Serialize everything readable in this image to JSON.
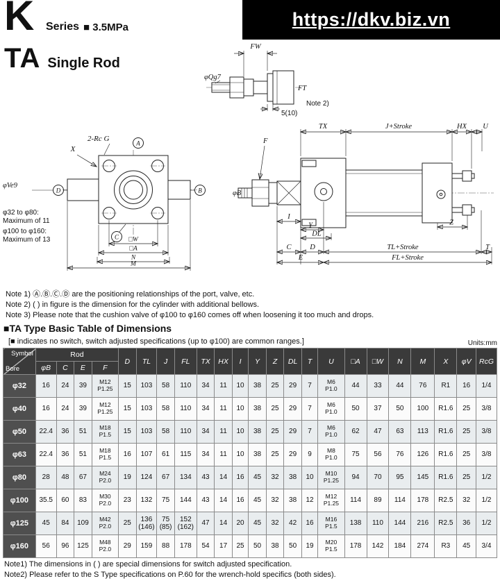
{
  "brand": {
    "letter": "K",
    "series": "Series",
    "pressure": "■ 3.5MPa",
    "url": "https://dkv.biz.vn"
  },
  "page": {
    "title": "TA",
    "subtitle": "Single Rod"
  },
  "fitting": {
    "fw": "FW",
    "qg": "φQg7",
    "ft": "FT",
    "note": "Note 2)",
    "dim": "5(10)"
  },
  "front": {
    "port": "2-Rc G",
    "a": "A",
    "b": "B",
    "c": "C",
    "d": "D",
    "x": "X",
    "ve": "φVe9",
    "w": "□W",
    "sqa": "□A",
    "n": "N",
    "m": "M",
    "max1": "φ32 to φ80:",
    "max2": "Maximum of 11",
    "max3": "φ100 to φ160:",
    "max4": "Maximum of 13"
  },
  "side": {
    "f": "F",
    "tx": "TX",
    "j": "J+Stroke",
    "hx": "HX",
    "u": "U",
    "phib": "φB",
    "i": "I",
    "y": "Y",
    "dl": "DL",
    "z": "Z",
    "c": "C",
    "d": "D",
    "e": "E",
    "tl": "TL+Stroke",
    "fl": "FL+Stroke",
    "t": "T"
  },
  "notes": [
    "Note 1)  Ⓐ.Ⓑ.Ⓒ.Ⓓ  are the positioning relationships of the port, valve, etc.",
    "Note 2) (  ) in figure is the dimension for the cylinder with additional bellows.",
    "Note 3) Please note that the cushion valve of φ100 to φ160 comes off when loosening it too much and drops."
  ],
  "section": {
    "title": "■TA Type Basic Table of Dimensions",
    "subtitle": "[■ indicates no switch, switch adjusted specifications (up to φ100) are common ranges.]",
    "units": "Units:mm"
  },
  "table": {
    "corner_top": "Symbol",
    "corner_bottom": "Bore",
    "group_rod": "Rod",
    "columns": [
      "φB",
      "C",
      "E",
      "F",
      "D",
      "TL",
      "J",
      "FL",
      "TX",
      "HX",
      "I",
      "Y",
      "Z",
      "DL",
      "T",
      "U",
      "□A",
      "□W",
      "N",
      "M",
      "X",
      "φV",
      "RcG"
    ],
    "rows": [
      {
        "bore": "φ32",
        "cells": [
          "16",
          "24",
          "39",
          "M12\nP1.25",
          "15",
          "103",
          "58",
          "110",
          "34",
          "11",
          "10",
          "38",
          "25",
          "29",
          "7",
          "M6\nP1.0",
          "44",
          "33",
          "44",
          "76",
          "R1",
          "16",
          "1/4"
        ]
      },
      {
        "bore": "φ40",
        "cells": [
          "16",
          "24",
          "39",
          "M12\nP1.25",
          "15",
          "103",
          "58",
          "110",
          "34",
          "11",
          "10",
          "38",
          "25",
          "29",
          "7",
          "M6\nP1.0",
          "50",
          "37",
          "50",
          "100",
          "R1.6",
          "25",
          "3/8"
        ]
      },
      {
        "bore": "φ50",
        "cells": [
          "22.4",
          "36",
          "51",
          "M18\nP1.5",
          "15",
          "103",
          "58",
          "110",
          "34",
          "11",
          "10",
          "38",
          "25",
          "29",
          "7",
          "M6\nP1.0",
          "62",
          "47",
          "63",
          "113",
          "R1.6",
          "25",
          "3/8"
        ]
      },
      {
        "bore": "φ63",
        "cells": [
          "22.4",
          "36",
          "51",
          "M18\nP1.5",
          "16",
          "107",
          "61",
          "115",
          "34",
          "11",
          "10",
          "38",
          "25",
          "29",
          "9",
          "M8\nP1.0",
          "75",
          "56",
          "76",
          "126",
          "R1.6",
          "25",
          "3/8"
        ]
      },
      {
        "bore": "φ80",
        "cells": [
          "28",
          "48",
          "67",
          "M24\nP2.0",
          "19",
          "124",
          "67",
          "134",
          "43",
          "14",
          "16",
          "45",
          "32",
          "38",
          "10",
          "M10\nP1.25",
          "94",
          "70",
          "95",
          "145",
          "R1.6",
          "25",
          "1/2"
        ]
      },
      {
        "bore": "φ100",
        "cells": [
          "35.5",
          "60",
          "83",
          "M30\nP2.0",
          "23",
          "132",
          "75",
          "144",
          "43",
          "14",
          "16",
          "45",
          "32",
          "38",
          "12",
          "M12\nP1.25",
          "114",
          "89",
          "114",
          "178",
          "R2.5",
          "32",
          "1/2"
        ]
      },
      {
        "bore": "φ125",
        "cells": [
          "45",
          "84",
          "109",
          "M42\nP2.0",
          "25",
          "136\n(146)",
          "75\n(85)",
          "152\n(162)",
          "47",
          "14",
          "20",
          "45",
          "32",
          "42",
          "16",
          "M16\nP1.5",
          "138",
          "110",
          "144",
          "216",
          "R2.5",
          "36",
          "1/2"
        ]
      },
      {
        "bore": "φ160",
        "cells": [
          "56",
          "96",
          "125",
          "M48\nP2.0",
          "29",
          "159",
          "88",
          "178",
          "54",
          "17",
          "25",
          "50",
          "38",
          "50",
          "19",
          "M20\nP1.5",
          "178",
          "142",
          "184",
          "274",
          "R3",
          "45",
          "3/4"
        ]
      }
    ]
  },
  "footer_notes": [
    "Note1)  The dimensions in (  ) are special dimensions for switch adjusted specification.",
    "Note2)  Please refer to the S Type specifications on P.60 for the wrench-hold specifics (both sides)."
  ]
}
